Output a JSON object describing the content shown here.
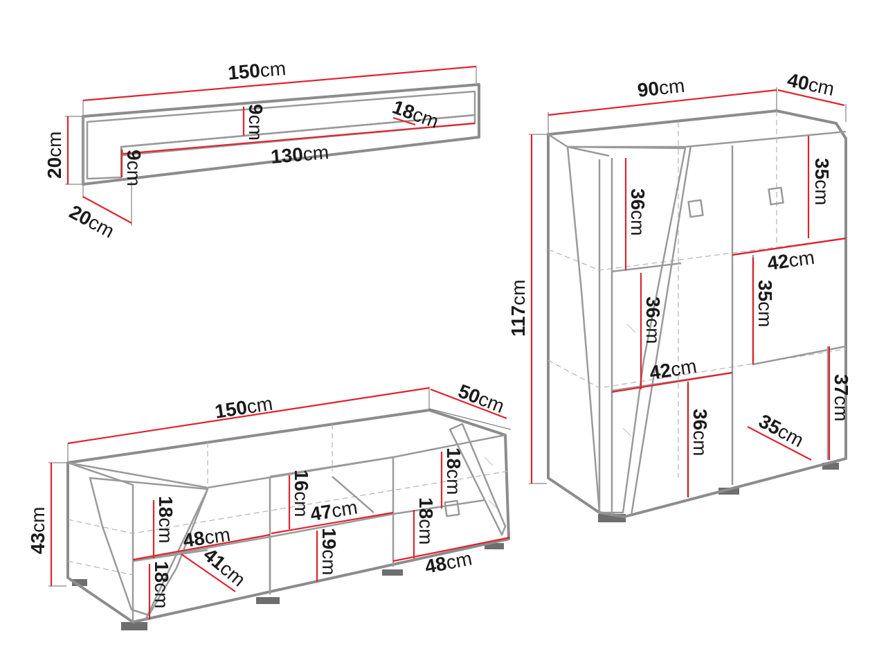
{
  "shelf": {
    "width": {
      "num": "150",
      "unit": "cm"
    },
    "height": {
      "num": "20",
      "unit": "cm"
    },
    "depth": {
      "num": "20",
      "unit": "cm"
    },
    "inner_width": {
      "num": "130",
      "unit": "cm"
    },
    "inner_height_center": {
      "num": "9",
      "unit": "cm"
    },
    "inner_height_left": {
      "num": "9",
      "unit": "cm"
    },
    "inner_depth": {
      "num": "18",
      "unit": "cm"
    }
  },
  "tv_stand": {
    "width": {
      "num": "150",
      "unit": "cm"
    },
    "depth": {
      "num": "50",
      "unit": "cm"
    },
    "height": {
      "num": "43",
      "unit": "cm"
    },
    "left_upper_height": {
      "num": "18",
      "unit": "cm"
    },
    "left_lower_height": {
      "num": "18",
      "unit": "cm"
    },
    "left_width": {
      "num": "48",
      "unit": "cm"
    },
    "left_depth": {
      "num": "41",
      "unit": "cm"
    },
    "center_upper_height": {
      "num": "16",
      "unit": "cm"
    },
    "center_width": {
      "num": "47",
      "unit": "cm"
    },
    "center_lower_height": {
      "num": "19",
      "unit": "cm"
    },
    "right_upper_height": {
      "num": "18",
      "unit": "cm"
    },
    "right_lower_height": {
      "num": "18",
      "unit": "cm"
    },
    "right_width": {
      "num": "48",
      "unit": "cm"
    }
  },
  "cabinet": {
    "width": {
      "num": "90",
      "unit": "cm"
    },
    "depth": {
      "num": "40",
      "unit": "cm"
    },
    "height": {
      "num": "117",
      "unit": "cm"
    },
    "top_right_height": {
      "num": "35",
      "unit": "cm"
    },
    "top_left_height": {
      "num": "36",
      "unit": "cm"
    },
    "right_width": {
      "num": "42",
      "unit": "cm"
    },
    "mid_left_height": {
      "num": "36",
      "unit": "cm"
    },
    "mid_right_height": {
      "num": "35",
      "unit": "cm"
    },
    "left_width": {
      "num": "42",
      "unit": "cm"
    },
    "bottom_mid_height": {
      "num": "36",
      "unit": "cm"
    },
    "bottom_right_height": {
      "num": "37",
      "unit": "cm"
    },
    "bottom_depth": {
      "num": "35",
      "unit": "cm"
    }
  }
}
